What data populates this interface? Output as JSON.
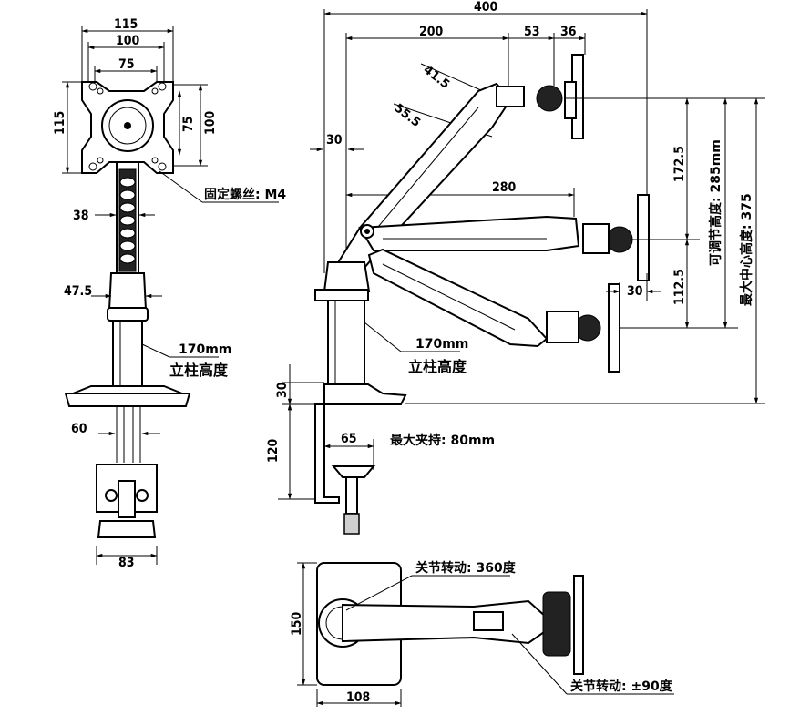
{
  "front_view": {
    "dim_115_top": "115",
    "dim_100_top": "100",
    "dim_75_top": "75",
    "dim_115_left": "115",
    "dim_75_right": "75",
    "dim_100_right": "100",
    "screw_label": "固定螺丝: M4",
    "dim_38": "38",
    "dim_47_5": "47.5",
    "pole_height_value": "170mm",
    "pole_height_label": "立柱高度",
    "dim_60": "60",
    "dim_83": "83"
  },
  "side_view": {
    "dim_400": "400",
    "dim_200": "200",
    "dim_53": "53",
    "dim_36": "36",
    "dim_41_5": "41.5",
    "dim_55_5": "55.5",
    "dim_30_left": "30",
    "dim_280": "280",
    "dim_30_right": "30",
    "dim_172_5": "172.5",
    "dim_112_5": "112.5",
    "adjustable_height": "可调节高度: 285mm",
    "max_center_height": "最大中心高度: 375",
    "pole_height_value": "170mm",
    "pole_height_label": "立柱高度",
    "dim_30_clamp": "30",
    "dim_120": "120",
    "dim_65": "65",
    "max_clamp": "最大夹持: 80mm"
  },
  "top_view": {
    "joint_360": "关节转动: 360度",
    "dim_150": "150",
    "dim_108": "108",
    "joint_90": "关节转动: ±90度"
  }
}
